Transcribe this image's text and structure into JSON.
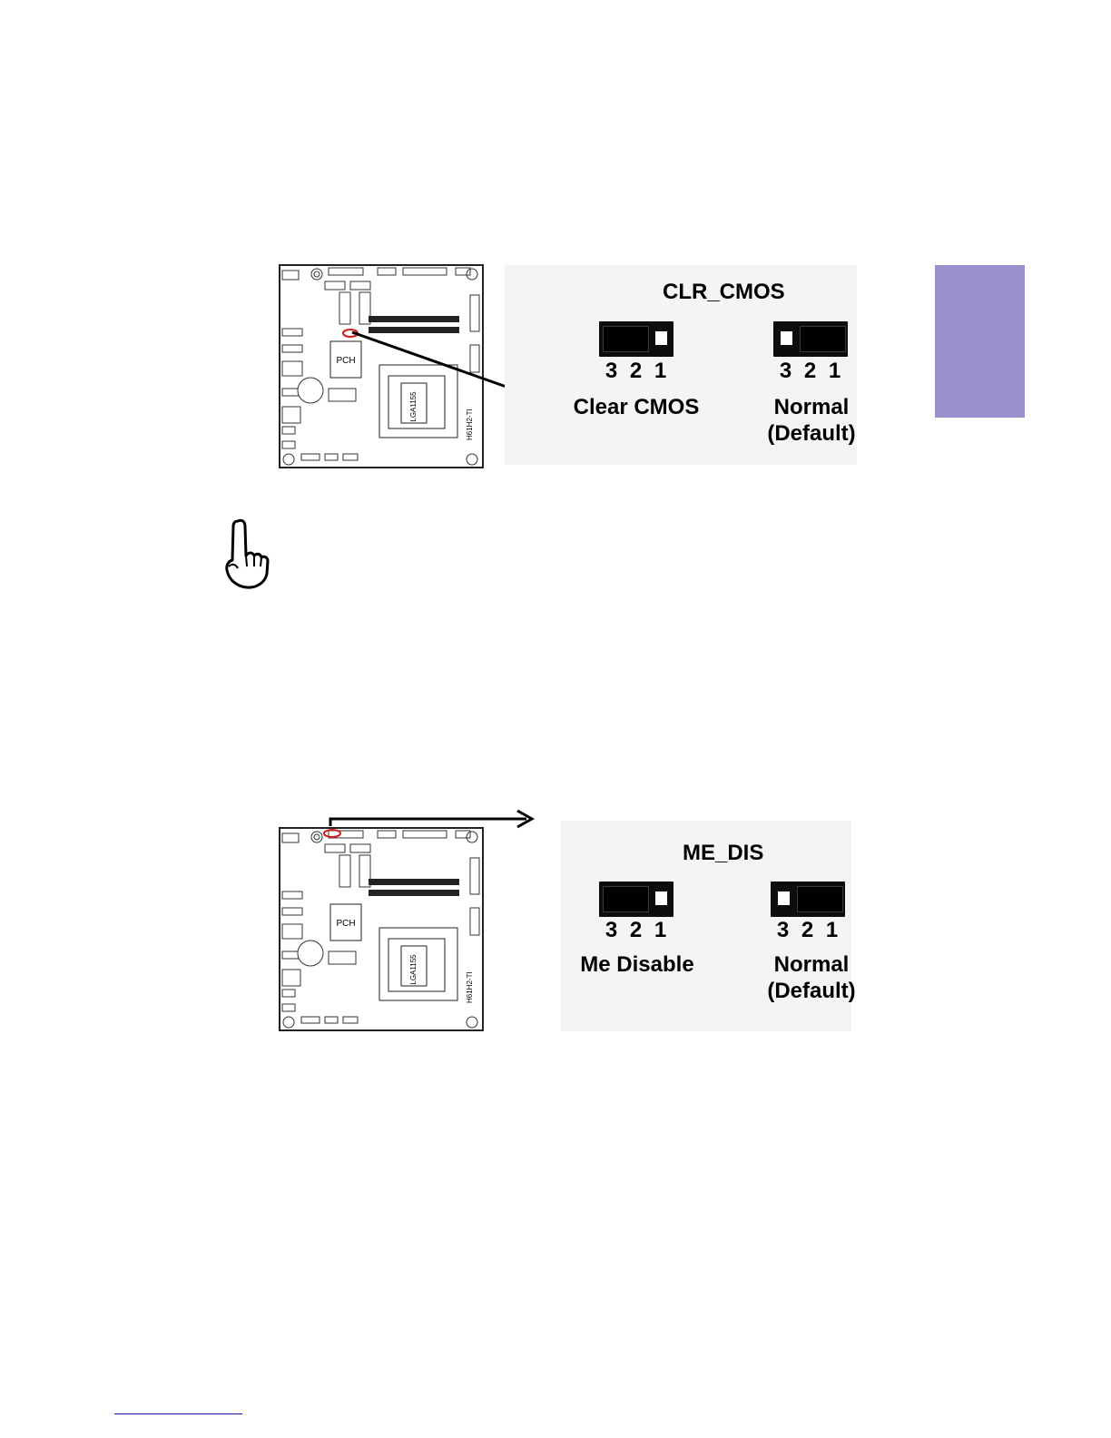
{
  "side_tab": {
    "color": "#9b8fce"
  },
  "figures": [
    {
      "id": "clr_cmos",
      "header": "CLR_CMOS",
      "board": {
        "chipset": "PCH",
        "socket": "LGA1155",
        "battery": "BATTERY",
        "model": "H61H2-TI",
        "highlight_label": "CLR_CMOS"
      },
      "options": [
        {
          "pins": [
            "3",
            "2",
            "1"
          ],
          "caption_line1": "Clear CMOS",
          "caption_line2": ""
        },
        {
          "pins": [
            "3",
            "2",
            "1"
          ],
          "caption_line1": "Normal",
          "caption_line2": "(Default)"
        }
      ]
    },
    {
      "id": "me_dis",
      "header": "ME_DIS",
      "board": {
        "chipset": "PCH",
        "socket": "LGA1155",
        "battery": "BATTERY",
        "model": "H61H2-TI",
        "highlight_label": "ME_DIS"
      },
      "options": [
        {
          "pins": [
            "3",
            "2",
            "1"
          ],
          "caption_line1": "Me Disable",
          "caption_line2": ""
        },
        {
          "pins": [
            "3",
            "2",
            "1"
          ],
          "caption_line1": "Normal",
          "caption_line2": "(Default)"
        }
      ]
    }
  ],
  "note_icon": "pointing-hand-icon"
}
